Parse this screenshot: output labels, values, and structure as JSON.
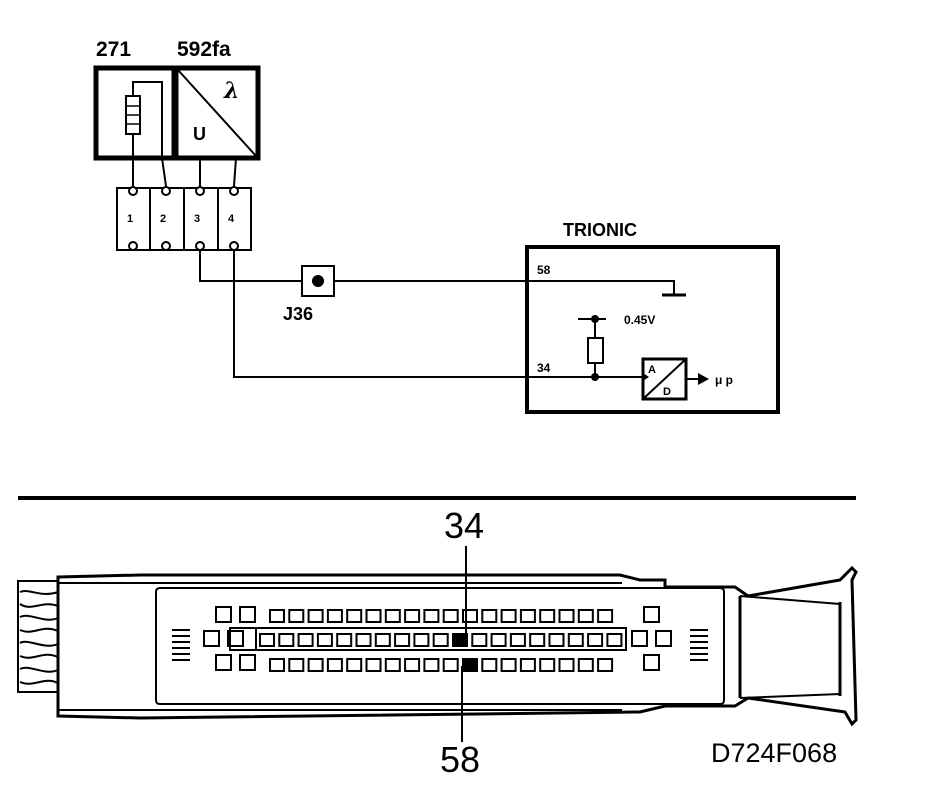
{
  "components": {
    "sensor_heater_id": "271",
    "sensor_lambda_id": "592fa",
    "sensor_u_label": "U",
    "sensor_lambda_symbol": "λ",
    "connector_pins": [
      "1",
      "2",
      "3",
      "4"
    ],
    "junction_id": "J36",
    "ecu_title": "TRIONIC",
    "ecu_pin_ground": "58",
    "ecu_pin_signal": "34",
    "reference_voltage": "0.45V",
    "adc_a": "A",
    "adc_d": "D",
    "adc_output": "μ p"
  },
  "connector_view": {
    "pin_top_label": "34",
    "pin_bottom_label": "58"
  },
  "figure_code": "D724F068"
}
